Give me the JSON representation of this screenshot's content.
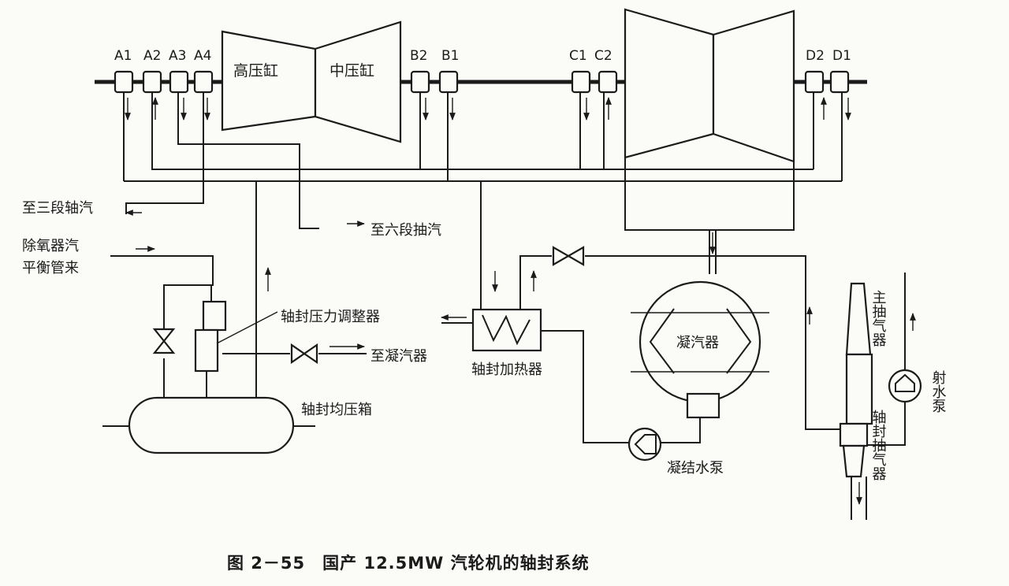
{
  "seals": {
    "a1": "A1",
    "a2": "A2",
    "a3": "A3",
    "a4": "A4",
    "b2": "B2",
    "b1": "B1",
    "c1": "C1",
    "c2": "C2",
    "d2": "D2",
    "d1": "D1"
  },
  "cylinders": {
    "hp": "高压缸",
    "ip": "中压缸"
  },
  "labels": {
    "to_third_stage": "至三段轴汽",
    "to_sixth_stage": "至六段抽汽",
    "deaerator_line1": "除氧器汽",
    "deaerator_line2": "平衡管来",
    "pressure_regulator": "轴封压力调整器",
    "to_condenser": "至凝汽器",
    "seal_heater": "轴封加热器",
    "condenser": "凝汽器",
    "equalizing_tank": "轴封均压箱",
    "condensate_pump": "凝结水泵",
    "main_ejector": "主抽气器",
    "water_jet_pump": "射水泵",
    "seal_ejector": "轴封抽气器"
  },
  "caption": "图 2－55　国产 12.5MW 汽轮机的轴封系统"
}
